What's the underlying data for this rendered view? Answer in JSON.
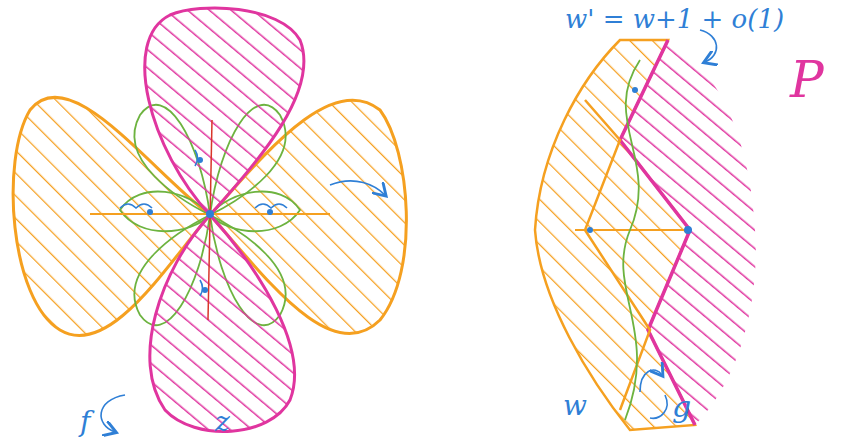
{
  "diagram": {
    "labels": [
      "w' = w+1 + o(1)",
      "P",
      "w",
      "g",
      "f",
      "z"
    ]
  }
}
